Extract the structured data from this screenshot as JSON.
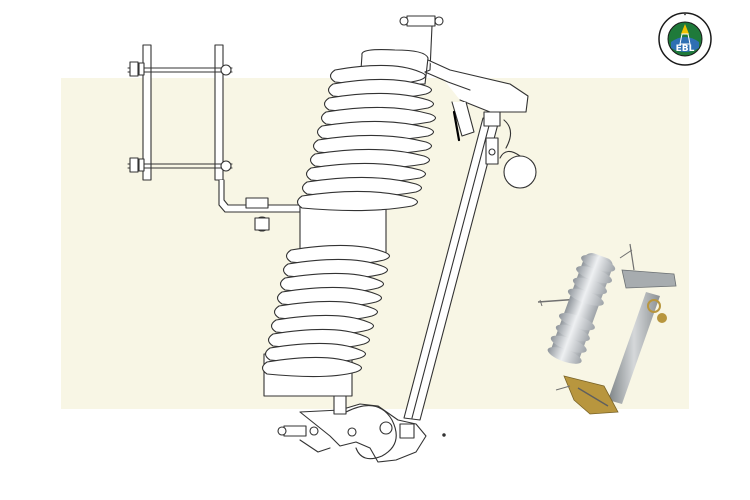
{
  "diagram": {
    "background_color": "#f8f6e5",
    "line_color": "#333333",
    "insulator_sheds_upper": 10,
    "insulator_sheds_lower": 9
  },
  "logo": {
    "text": "EBL",
    "ring_text": "",
    "colors": {
      "ring": "#1a1a1a",
      "inner": "#1f7a3a",
      "accent": "#f2c200"
    }
  },
  "photo": {
    "insulator_color": "#c9cdd1",
    "metal_color": "#9aa0a3",
    "brass_color": "#b8963e"
  }
}
